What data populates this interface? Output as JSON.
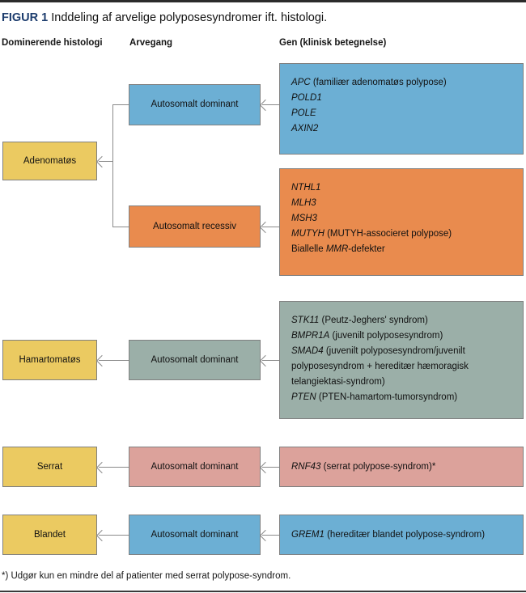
{
  "figure": {
    "number_label": "FIGUR 1",
    "title": "Inddeling af arvelige polyposesyndromer ift. histologi.",
    "footnote": "*) Udgør kun en mindre del af patienter med serrat polypose-syndrom."
  },
  "columns": {
    "histology_header": "Dominerende histologi",
    "inheritance_header": "Arvegang",
    "genes_header": "Gen (klinisk betegnelse)"
  },
  "colors": {
    "blue": "#6CAFD4",
    "orange": "#E98B4E",
    "yellow": "#EBCA61",
    "green_gray": "#9BAFA8",
    "pink": "#DCA29B",
    "border": "#808080",
    "connector": "#8A8A8A",
    "title_accent": "#1D3D6E"
  },
  "histology_nodes": [
    {
      "label": "Adenomatøs",
      "color": "#EBCA61"
    },
    {
      "label": "Hamartomatøs",
      "color": "#EBCA61"
    },
    {
      "label": "Serrat",
      "color": "#EBCA61"
    },
    {
      "label": "Blandet",
      "color": "#EBCA61"
    }
  ],
  "inheritance_nodes": [
    {
      "label": "Autosomalt dominant",
      "color": "#6CAFD4"
    },
    {
      "label": "Autosomalt recessiv",
      "color": "#E98B4E"
    },
    {
      "label": "Autosomalt dominant",
      "color": "#9BAFA8"
    },
    {
      "label": "Autosomalt dominant",
      "color": "#DCA29B"
    },
    {
      "label": "Autosomalt dominant",
      "color": "#6CAFD4"
    }
  ],
  "gene_groups": [
    {
      "color": "#6CAFD4",
      "lines": [
        {
          "gene": "APC",
          "rest": " (familiær adenomatøs polypose)"
        },
        {
          "gene": "POLD1",
          "rest": ""
        },
        {
          "gene": "POLE",
          "rest": ""
        },
        {
          "gene": "AXIN2",
          "rest": ""
        }
      ]
    },
    {
      "color": "#E98B4E",
      "lines": [
        {
          "gene": "NTHL1",
          "rest": ""
        },
        {
          "gene": "MLH3",
          "rest": ""
        },
        {
          "gene": "MSH3",
          "rest": ""
        },
        {
          "gene": "MUTYH",
          "rest": " (MUTYH-associeret polypose)"
        },
        {
          "pre": "Biallelle ",
          "gene": "MMR",
          "rest": "-defekter"
        }
      ]
    },
    {
      "color": "#9BAFA8",
      "lines": [
        {
          "gene": "STK11",
          "rest": " (Peutz-Jeghers' syndrom)"
        },
        {
          "gene": "BMPR1A",
          "rest": " (juvenilt polyposesyndrom)"
        },
        {
          "gene": "SMAD4",
          "rest": " (juvenilt polyposesyndrom/juvenilt polyposesyndrom + hereditær hæmoragisk telangiektasi-syndrom)",
          "wrap": true
        },
        {
          "gene": "PTEN",
          "rest": " (PTEN-hamartom-tumorsyndrom)"
        }
      ]
    },
    {
      "color": "#DCA29B",
      "lines": [
        {
          "gene": "RNF43",
          "rest": " (serrat polypose-syndrom)*"
        }
      ]
    },
    {
      "color": "#6CAFD4",
      "lines": [
        {
          "gene": "GREM1",
          "rest": " (hereditær blandet polypose-syndrom)"
        }
      ]
    }
  ]
}
